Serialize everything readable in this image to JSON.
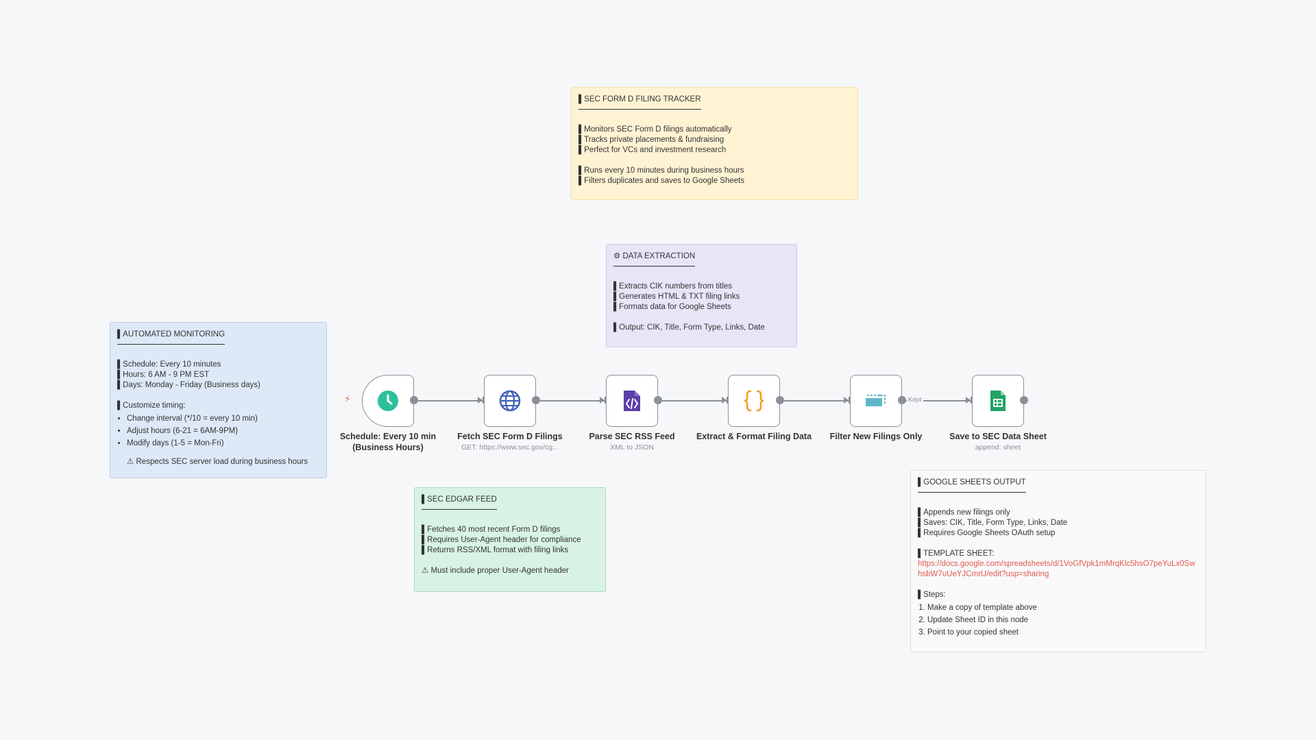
{
  "notes": {
    "tracker": {
      "title": "▌SEC FORM D FILING TRACKER",
      "lines": [
        "▌Monitors SEC Form D filings automatically",
        "▌Tracks private placements & fundraising",
        "▌Perfect for VCs and investment research",
        "▌Runs every 10 minutes during business hours",
        "▌Filters duplicates and saves to Google Sheets"
      ]
    },
    "extraction": {
      "title": "⚙ DATA EXTRACTION",
      "lines": [
        "▌Extracts CIK numbers from titles",
        "▌Generates HTML & TXT filing links",
        "▌Formats data for Google Sheets",
        "▌Output: CIK, Title, Form Type, Links, Date"
      ]
    },
    "monitoring": {
      "title": "▌AUTOMATED MONITORING",
      "lines": [
        "▌Schedule: Every 10 minutes",
        "▌Hours: 6 AM - 9 PM EST",
        "▌Days: Monday - Friday (Business days)",
        "▌Customize timing:"
      ],
      "bullets": [
        "Change interval (*/10 = every 10 min)",
        "Adjust hours (6-21 = 6AM-9PM)",
        "Modify days (1-5 = Mon-Fri)"
      ],
      "warning": "⚠ Respects SEC server load during business hours"
    },
    "edgar": {
      "title": "▌SEC EDGAR FEED",
      "lines": [
        "▌Fetches 40 most recent Form D filings",
        "▌Requires User-Agent header for compliance",
        "▌Returns RSS/XML format with filing links"
      ],
      "warning": "⚠ Must include proper User-Agent header"
    },
    "sheets": {
      "title": "▌GOOGLE SHEETS OUTPUT",
      "lines": [
        "▌Appends new filings only",
        "▌Saves: CIK, Title, Form Type, Links, Date",
        "▌Requires Google Sheets OAuth setup",
        "▌TEMPLATE SHEET:"
      ],
      "link": "https://docs.google.com/spreadsheets/d/1VoGfVpk1mMrqKlc5hsO7peYuLx0SwhsbW7uUeYJCmrU/edit?usp=sharing",
      "steps_label": "▌Steps:",
      "steps": [
        "Make a copy of template above",
        "Update Sheet ID in this node",
        "Point to your copied sheet"
      ]
    }
  },
  "nodes": {
    "schedule": {
      "label": "Schedule: Every 10 min (Business Hours)",
      "sub": "",
      "icon": "clock-icon",
      "color": "#2cbf9b"
    },
    "fetch": {
      "label": "Fetch SEC Form D Filings",
      "sub": "GET: https://www.sec.gov/cg...",
      "icon": "globe-icon",
      "color": "#3f5fb8"
    },
    "parse": {
      "label": "Parse SEC RSS Feed",
      "sub": "XML to JSON",
      "icon": "code-file-icon",
      "color": "#5b3ea8"
    },
    "extract": {
      "label": "Extract & Format Filing Data",
      "sub": "",
      "icon": "braces-icon",
      "color": "#f0a020"
    },
    "filter": {
      "label": "Filter New Filings Only",
      "sub": "",
      "icon": "filter-icon",
      "color": "#5fb8c8"
    },
    "save": {
      "label": "Save to SEC Data Sheet",
      "sub": "append: sheet",
      "icon": "google-sheets-icon",
      "color": "#1fa463"
    }
  },
  "connections": {
    "kept_label": "Kept"
  },
  "colors": {
    "trigger_bolt": "#ef6f5e",
    "link": "#e05a4c"
  }
}
